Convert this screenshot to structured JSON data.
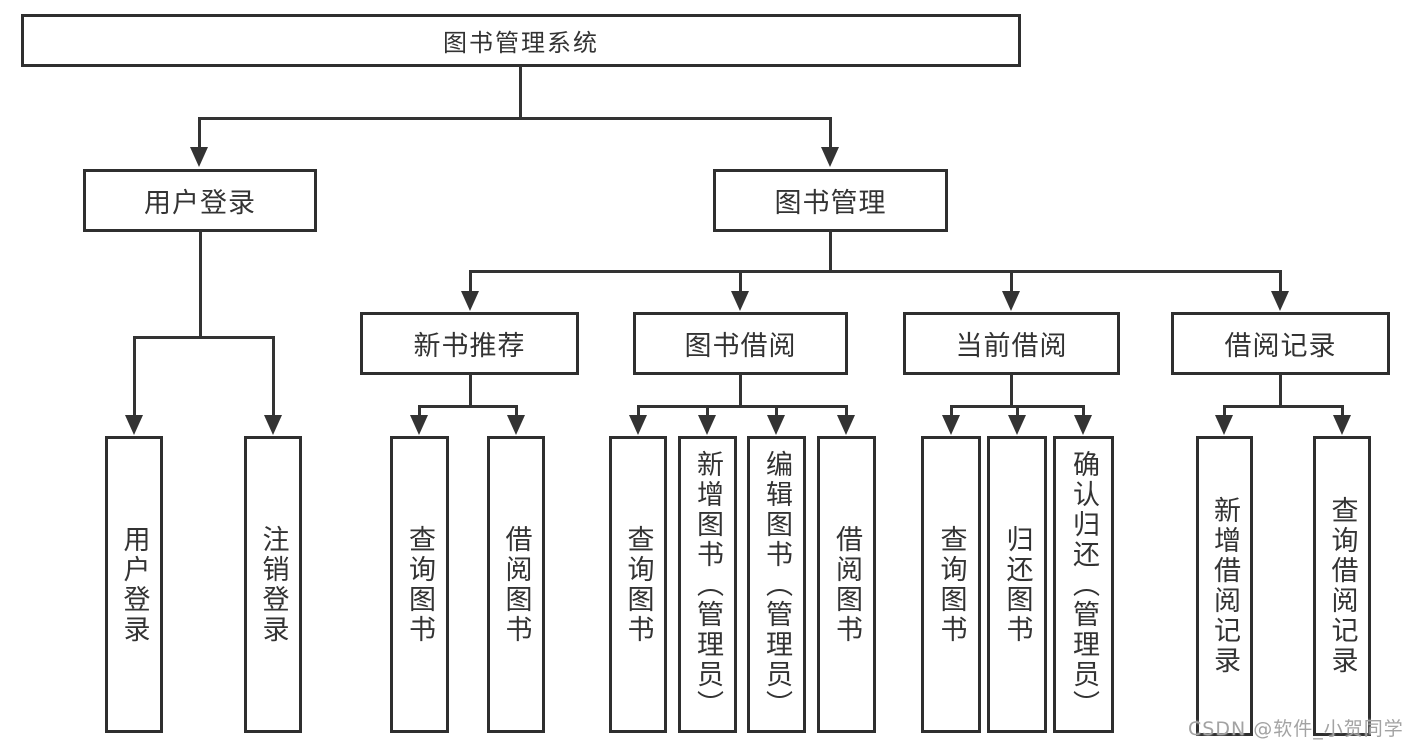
{
  "tree": {
    "root": {
      "label": "图书管理系统",
      "children": [
        {
          "label": "用户登录",
          "children": [
            {
              "label": "用户登录"
            },
            {
              "label": "注销登录"
            }
          ]
        },
        {
          "label": "图书管理",
          "children": [
            {
              "label": "新书推荐",
              "children": [
                {
                  "label": "查询图书"
                },
                {
                  "label": "借阅图书"
                }
              ]
            },
            {
              "label": "图书借阅",
              "children": [
                {
                  "label": "查询图书"
                },
                {
                  "label": "新增图书（管理员）"
                },
                {
                  "label": "编辑图书（管理员）"
                },
                {
                  "label": "借阅图书"
                }
              ]
            },
            {
              "label": "当前借阅",
              "children": [
                {
                  "label": "查询图书"
                },
                {
                  "label": "归还图书"
                },
                {
                  "label": "确认归还（管理员）"
                }
              ]
            },
            {
              "label": "借阅记录",
              "children": [
                {
                  "label": "新增借阅记录"
                },
                {
                  "label": "查询借阅记录"
                }
              ]
            }
          ]
        }
      ]
    }
  },
  "watermark": {
    "text": "CSDN @软件_小贺同学"
  },
  "colors": {
    "line": "#333333",
    "box_border": "#2f2f2f",
    "text": "#333333",
    "watermark": "#a3a3a3",
    "background": "#ffffff"
  }
}
